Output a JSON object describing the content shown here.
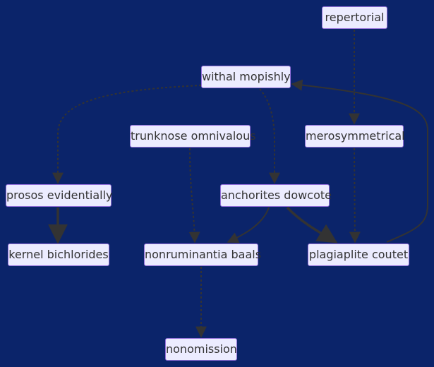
{
  "colors": {
    "background": "#0b246a",
    "node_fill": "#ececff",
    "node_border": "#9370db",
    "node_text": "#333333",
    "edge": "#333333"
  },
  "nodes": [
    {
      "id": "repertorial",
      "label": "repertorial"
    },
    {
      "id": "withal",
      "label": "withal mopishly"
    },
    {
      "id": "trunknose",
      "label": "trunknose omnivalous"
    },
    {
      "id": "merosym",
      "label": "merosymmetrical"
    },
    {
      "id": "prosos",
      "label": "prosos evidentially"
    },
    {
      "id": "anchorites",
      "label": "anchorites dowcote"
    },
    {
      "id": "kernel",
      "label": "kernel bichlorides"
    },
    {
      "id": "nonrum",
      "label": "nonruminantia baals"
    },
    {
      "id": "plagiaplite",
      "label": "plagiaplite coutet"
    },
    {
      "id": "nonomission",
      "label": "nonomission"
    }
  ],
  "edges": [
    {
      "from": "repertorial",
      "to": "merosym",
      "style": "dotted"
    },
    {
      "from": "withal",
      "to": "prosos",
      "style": "dotted"
    },
    {
      "from": "withal",
      "to": "anchorites",
      "style": "dotted"
    },
    {
      "from": "trunknose",
      "to": "nonrum",
      "style": "dotted"
    },
    {
      "from": "merosym",
      "to": "plagiaplite",
      "style": "dotted"
    },
    {
      "from": "prosos",
      "to": "kernel",
      "style": "thick"
    },
    {
      "from": "anchorites",
      "to": "nonrum",
      "style": "solid"
    },
    {
      "from": "anchorites",
      "to": "plagiaplite",
      "style": "thick"
    },
    {
      "from": "plagiaplite",
      "to": "withal",
      "style": "solid"
    },
    {
      "from": "nonrum",
      "to": "nonomission",
      "style": "dotted"
    }
  ]
}
